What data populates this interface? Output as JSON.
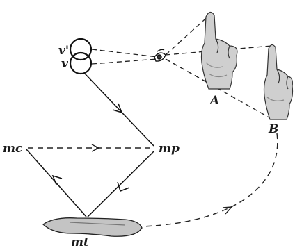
{
  "figure": {
    "labels": {
      "v_prime": "v'",
      "v": "v",
      "mc": "mc",
      "mp": "mp",
      "mt": "mt",
      "A": "A",
      "B": "B"
    }
  }
}
